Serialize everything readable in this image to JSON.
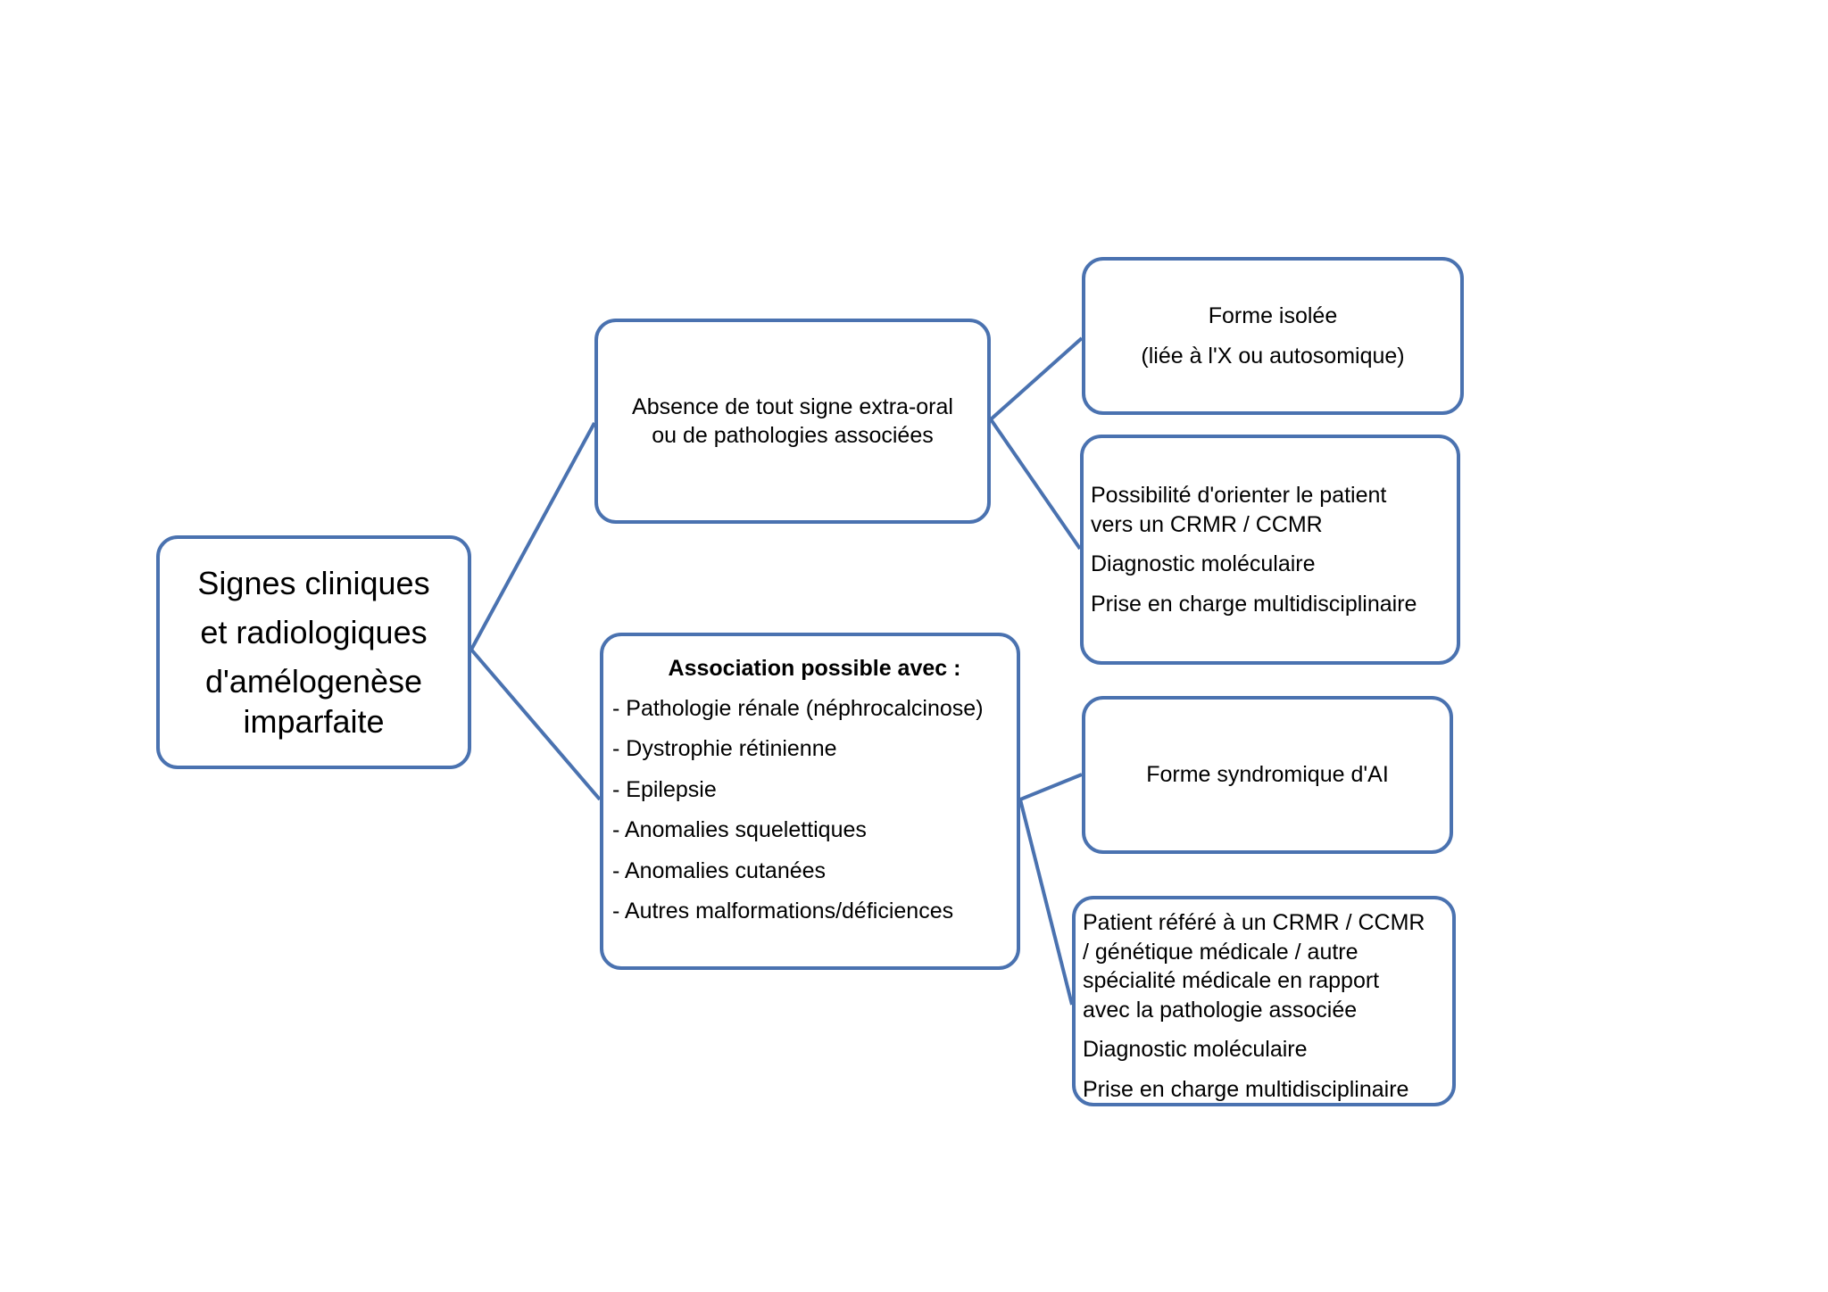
{
  "colors": {
    "border": "#4a72b0"
  },
  "root": {
    "lines": [
      "Signes cliniques",
      "et radiologiques",
      "d'amélogenèse",
      "imparfaite"
    ]
  },
  "absence": {
    "lines": [
      "Absence de tout signe  extra-oral",
      "ou de  pathologies associées"
    ]
  },
  "association": {
    "title": "Association possible avec :",
    "items": [
      "- Pathologie rénale (néphrocalcinose)",
      "- Dystrophie rétinienne",
      "- Epilepsie",
      "- Anomalies squelettiques",
      "- Anomalies cutanées",
      "- Autres malformations/déficiences"
    ]
  },
  "isolee": {
    "lines": [
      "Forme isolée",
      "(liée à l'X ou autosomique)"
    ]
  },
  "possibilite": {
    "lines": [
      "Possibilité d'orienter le patient",
      "vers un CRMR / CCMR",
      "Diagnostic moléculaire",
      "Prise en charge multidisciplinaire"
    ]
  },
  "syndromique": {
    "lines": [
      "Forme syndromique d'AI"
    ]
  },
  "refere": {
    "lines": [
      "Patient référé à un CRMR / CCMR",
      "/ génétique médicale / autre",
      "spécialité médicale en rapport",
      "avec la pathologie associée",
      "Diagnostic moléculaire",
      "Prise en charge multidisciplinaire"
    ]
  }
}
